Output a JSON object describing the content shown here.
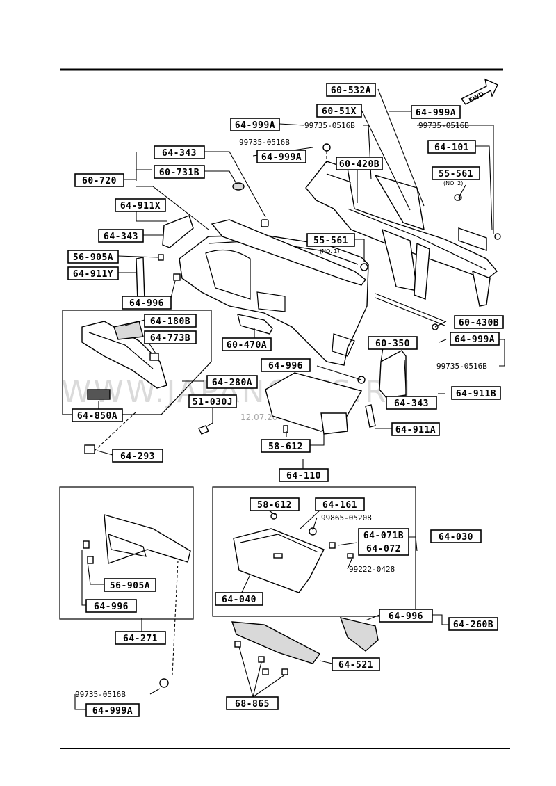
{
  "labels": {
    "l_60_532A": "60-532A",
    "l_64_999A_top": "64-999A",
    "l_60_51X": "60-51X",
    "l_64_999A_left": "64-999A",
    "l_64_101": "64-101",
    "l_64_343_top": "64-343",
    "l_64_999A_mid": "64-999A",
    "l_60_420B": "60-420B",
    "l_60_731B": "60-731B",
    "l_55_561_no2": "55-561",
    "l_60_720": "60-720",
    "l_64_911X": "64-911X",
    "l_64_343_left": "64-343",
    "l_55_561_no1": "55-561",
    "l_56_905A_top": "56-905A",
    "l_64_911Y": "64-911Y",
    "l_64_996_top": "64-996",
    "l_64_180B": "64-180B",
    "l_64_773B": "64-773B",
    "l_60_430B": "60-430B",
    "l_64_999A_right": "64-999A",
    "l_60_470A": "60-470A",
    "l_60_350": "60-350",
    "l_64_996_mid": "64-996",
    "l_64_280A": "64-280A",
    "l_64_911B": "64-911B",
    "l_51_030J": "51-030J",
    "l_64_343_right": "64-343",
    "l_64_850A": "64-850A",
    "l_64_911A": "64-911A",
    "l_58_612_mid": "58-612",
    "l_64_293": "64-293",
    "l_64_110": "64-110",
    "l_58_612_box": "58-612",
    "l_64_161": "64-161",
    "l_64_071B": "64-071B",
    "l_64_072": "64-072",
    "l_64_030": "64-030",
    "l_56_905A_low": "56-905A",
    "l_64_996_low": "64-996",
    "l_64_040": "64-040",
    "l_64_996_right": "64-996",
    "l_64_260B": "64-260B",
    "l_64_271": "64-271",
    "l_64_521": "64-521",
    "l_64_999A_bottom": "64-999A",
    "l_68_865": "68-865"
  },
  "numbers": {
    "n_99735_0516B_a": "99735-0516B",
    "n_99735_0516B_b": "99735-0516B",
    "n_99735_0516B_c": "99735-0516B",
    "n_99735_0516B_d": "99735-0516B",
    "n_99735_0516B_e": "99735-0516B",
    "n_99865_05208": "99865-05208",
    "n_99222_0428": "99222-0428"
  },
  "notes": {
    "no2": "(NO. 2)",
    "no1": "(NO. 1)"
  },
  "fwd": "FWD",
  "watermark": "WWW.JAPANCATS.RU",
  "date": "12.07.20"
}
